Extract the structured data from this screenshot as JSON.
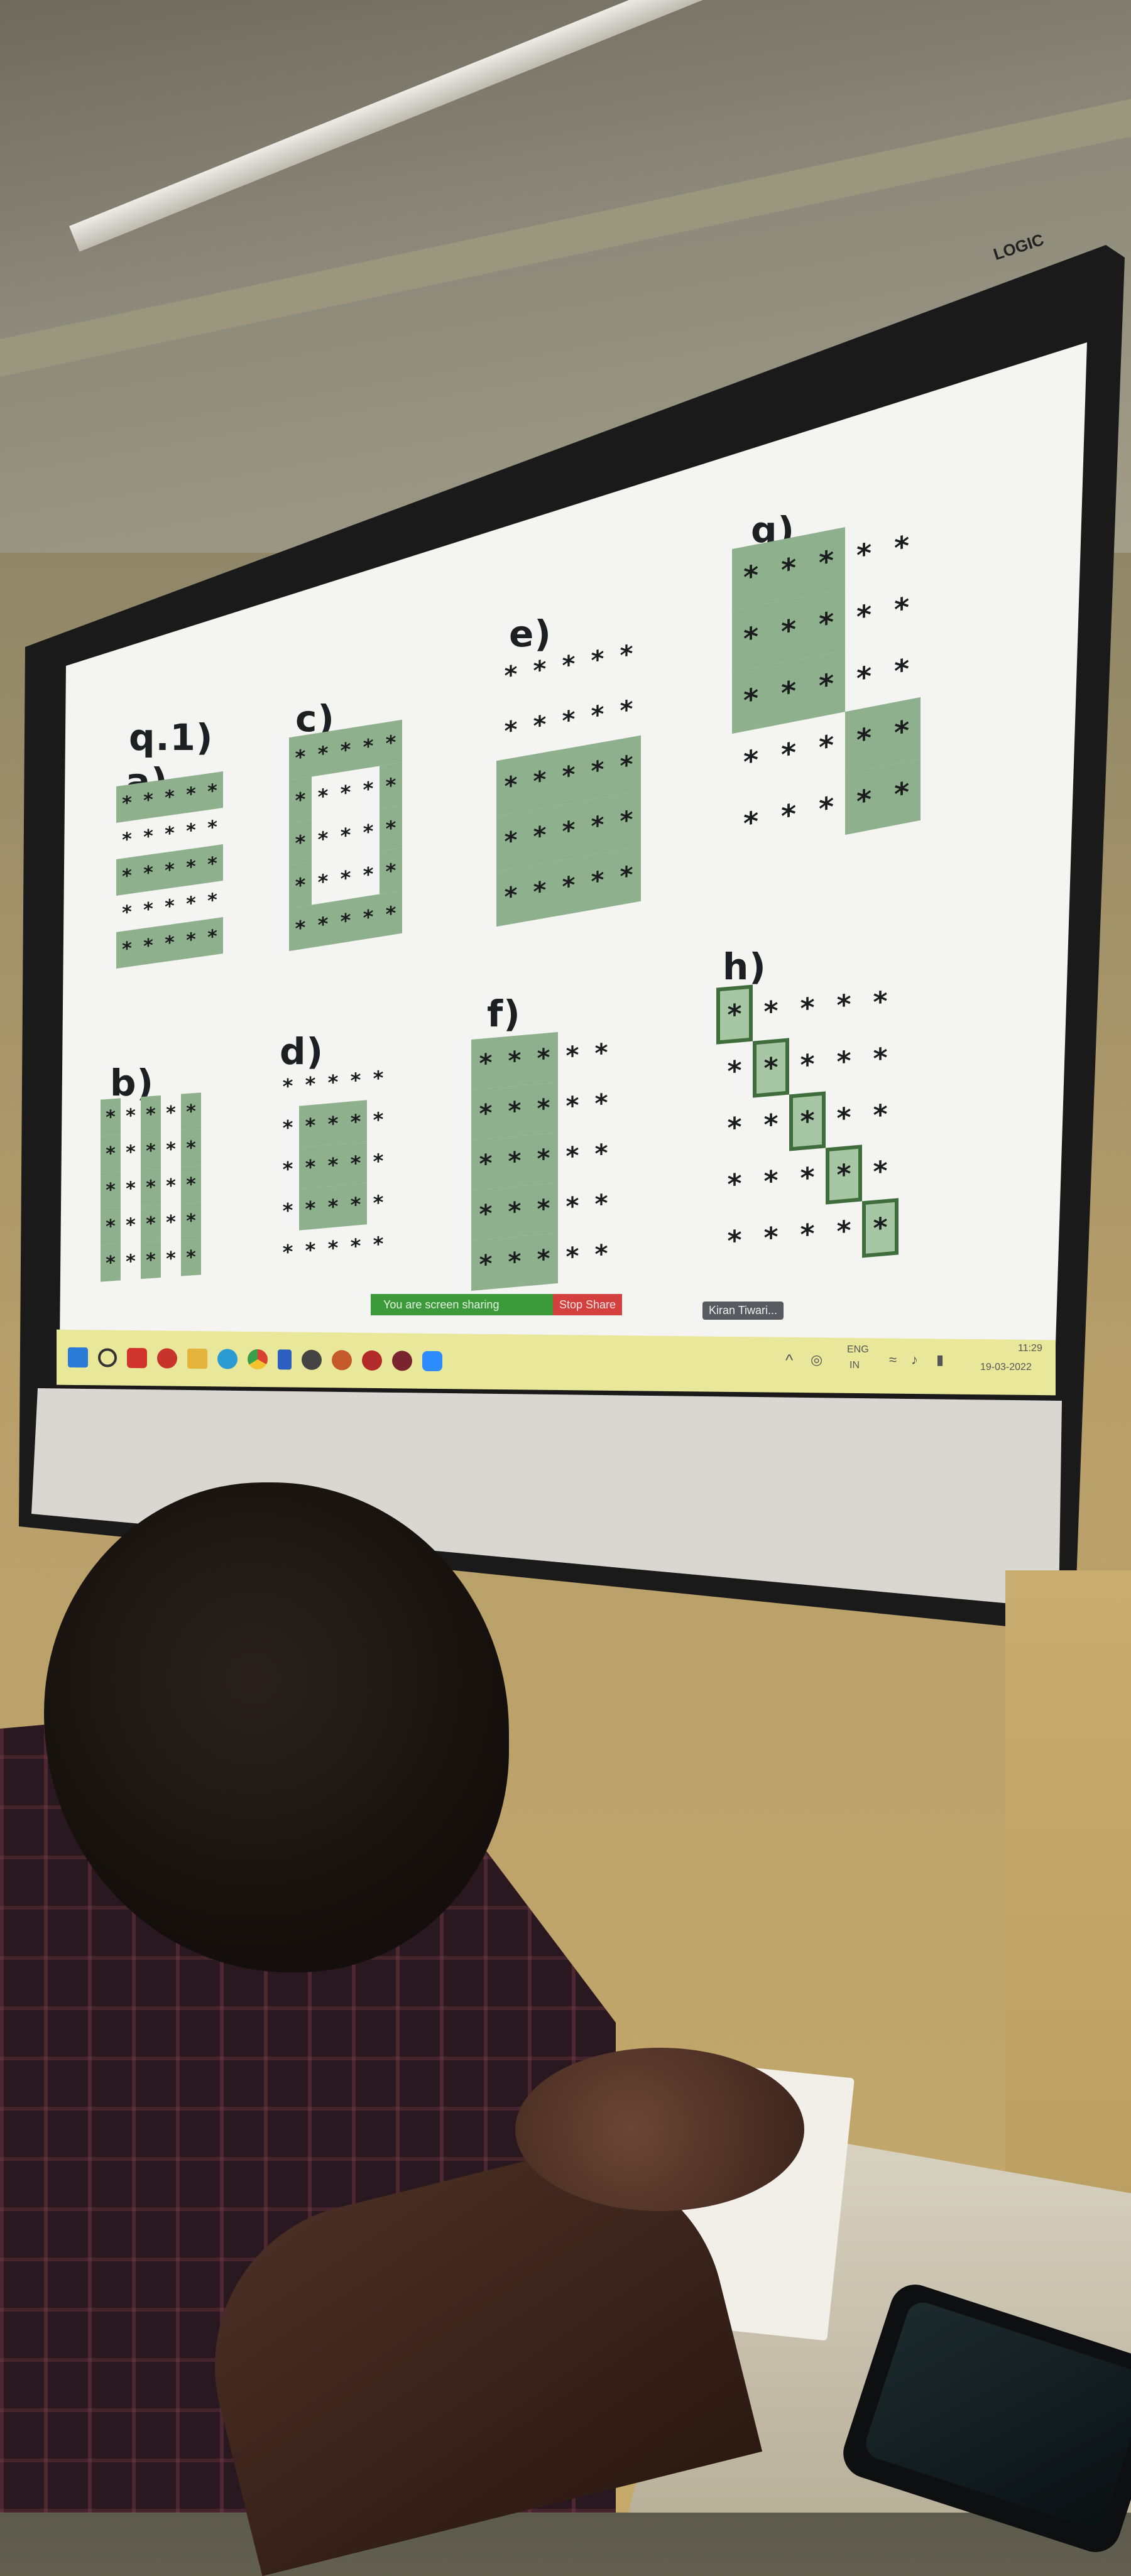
{
  "slide": {
    "question": "q.1)",
    "panels": [
      {
        "label": "a)"
      },
      {
        "label": "b)"
      },
      {
        "label": "c)"
      },
      {
        "label": "d)"
      },
      {
        "label": "e)"
      },
      {
        "label": "f)"
      },
      {
        "label": "g)"
      },
      {
        "label": "h)"
      }
    ],
    "star_char": "*"
  },
  "projector": {
    "logo": "LOGIC"
  },
  "zoom": {
    "sharing_text": "You are screen sharing",
    "stop_share_label": "Stop Share",
    "participant_name": "Kiran Tiwari..."
  },
  "taskbar": {
    "language": "ENG",
    "region": "IN",
    "time": "11:29",
    "date": "19-03-2022"
  },
  "colors": {
    "highlight": "#8fb08c",
    "highlight_border": "#3f6e3c",
    "taskbar": "#e9e89a"
  }
}
